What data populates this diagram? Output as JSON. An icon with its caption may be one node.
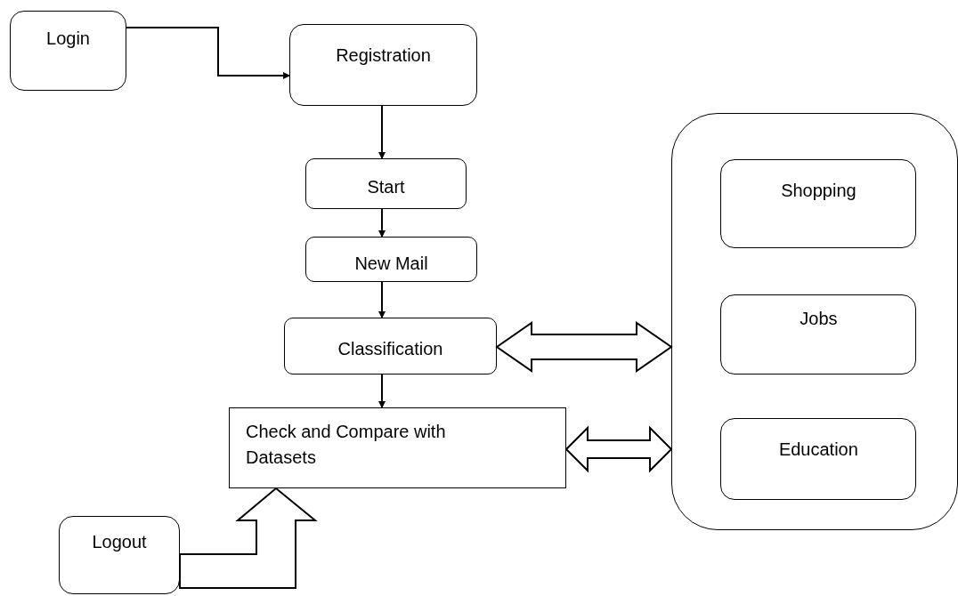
{
  "diagram": {
    "nodes": [
      {
        "text": [
          "Login"
        ]
      },
      {
        "text": [
          "Registration"
        ]
      },
      {
        "text": [
          "Start"
        ]
      },
      {
        "text": [
          "New Mail"
        ]
      },
      {
        "text": [
          "Classification"
        ]
      },
      {
        "text": [
          "Check and Compare with Datasets"
        ]
      },
      {
        "text": [
          "Logout"
        ]
      },
      {
        "text": [],
        "shape": "box"
      },
      {
        "text": [
          "Shopping"
        ],
        "in": 7
      },
      {
        "text": [
          "Jobs"
        ],
        "in": 7
      },
      {
        "text": [
          "Education"
        ],
        "in": 7
      }
    ],
    "edges": [
      {
        "from": 0,
        "to": 1,
        "arrow": "to"
      },
      {
        "from": 1,
        "to": 2,
        "arrow": "to"
      },
      {
        "from": 2,
        "to": 3,
        "arrow": "to"
      },
      {
        "from": 3,
        "to": 4,
        "arrow": "to"
      },
      {
        "from": 4,
        "to": 5,
        "arrow": "to"
      },
      {
        "from": 4,
        "to": 7,
        "arrow": "both",
        "style": "thick"
      },
      {
        "from": 5,
        "to": 7,
        "arrow": "both",
        "style": "thick"
      },
      {
        "from": 6,
        "to": 5,
        "arrow": "to",
        "style": "thick"
      }
    ]
  }
}
